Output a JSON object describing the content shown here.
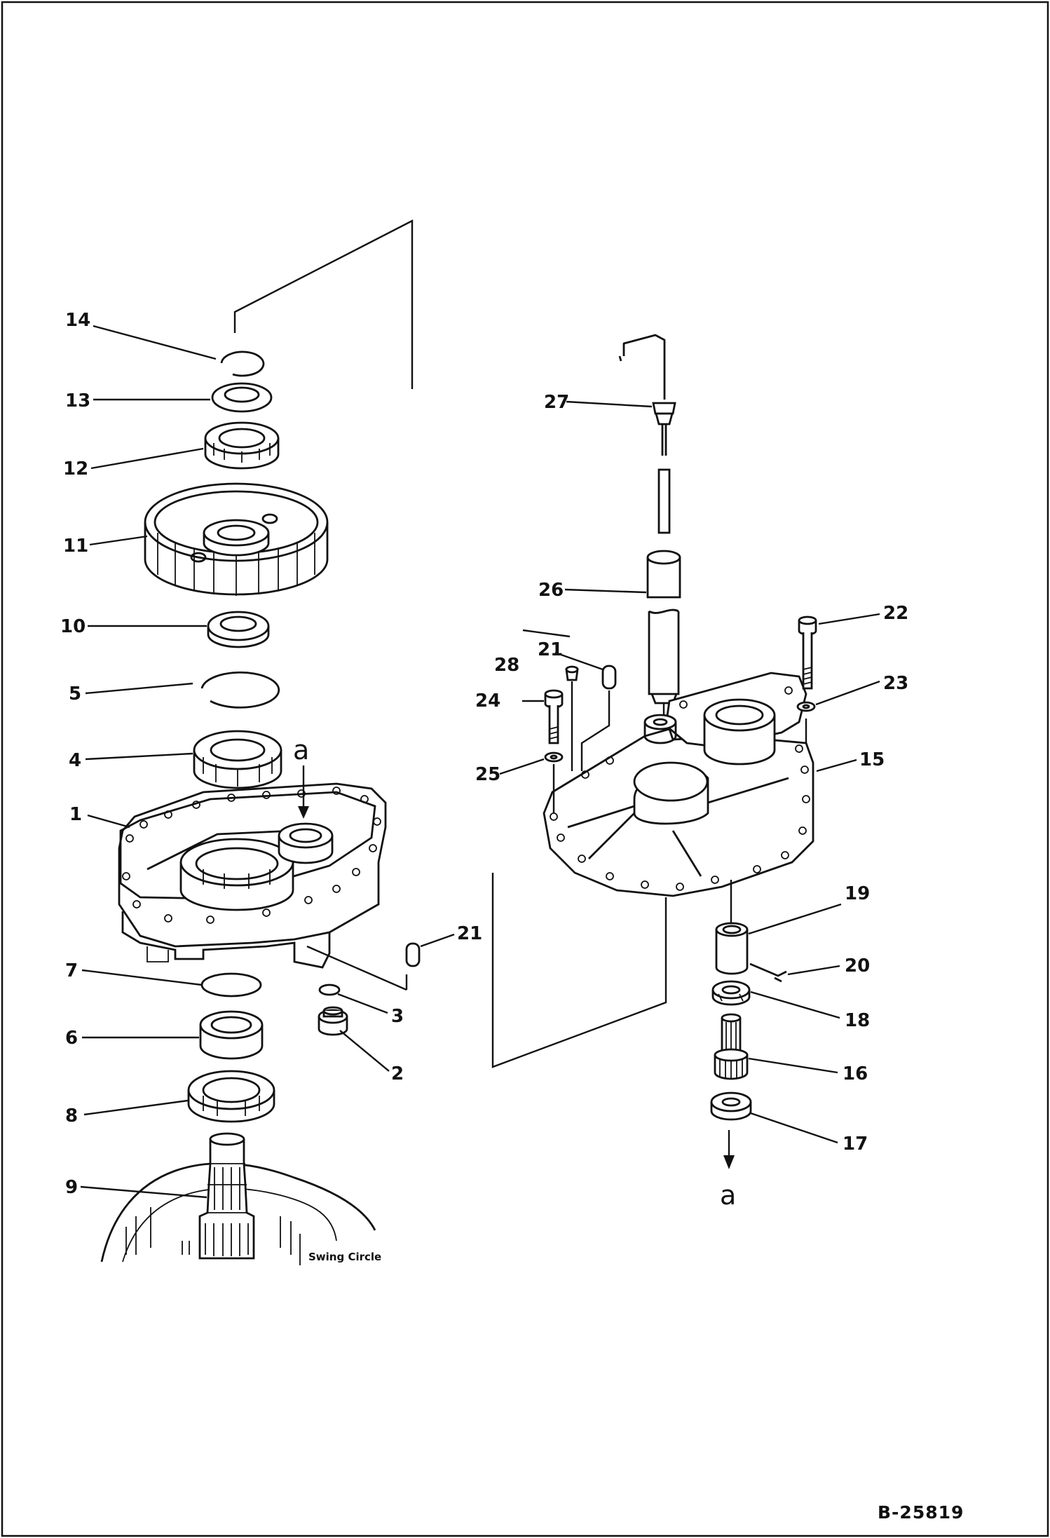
{
  "document_number": "B-25819",
  "swing_circle_label": "Swing Circle",
  "reference_letter": "a",
  "callouts": [
    "1",
    "2",
    "3",
    "4",
    "5",
    "6",
    "7",
    "8",
    "9",
    "10",
    "11",
    "12",
    "13",
    "14",
    "15",
    "16",
    "17",
    "18",
    "19",
    "20",
    "21",
    "21",
    "22",
    "23",
    "24",
    "25",
    "26",
    "27",
    "28"
  ]
}
